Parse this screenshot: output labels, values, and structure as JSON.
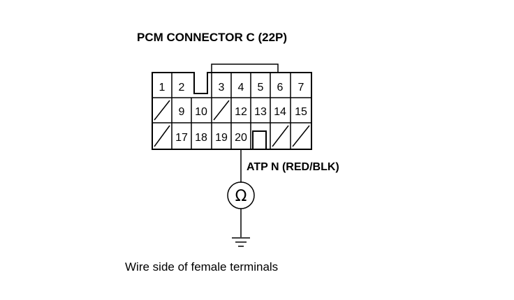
{
  "connector": {
    "title": "PCM CONNECTOR C (22P)",
    "rows": [
      [
        "1",
        "2",
        "",
        "3",
        "4",
        "5",
        "6",
        "7"
      ],
      [
        "",
        "9",
        "10",
        "",
        "12",
        "13",
        "14",
        "15"
      ],
      [
        "",
        "17",
        "18",
        "19",
        "20",
        "",
        "",
        ""
      ]
    ]
  },
  "wire": {
    "label": "ATP N (RED/BLK)"
  },
  "meter": {
    "symbol": "Ω",
    "icon": "ohmmeter-icon"
  },
  "ground": {
    "icon": "ground-icon"
  },
  "caption": "Wire side of female terminals"
}
